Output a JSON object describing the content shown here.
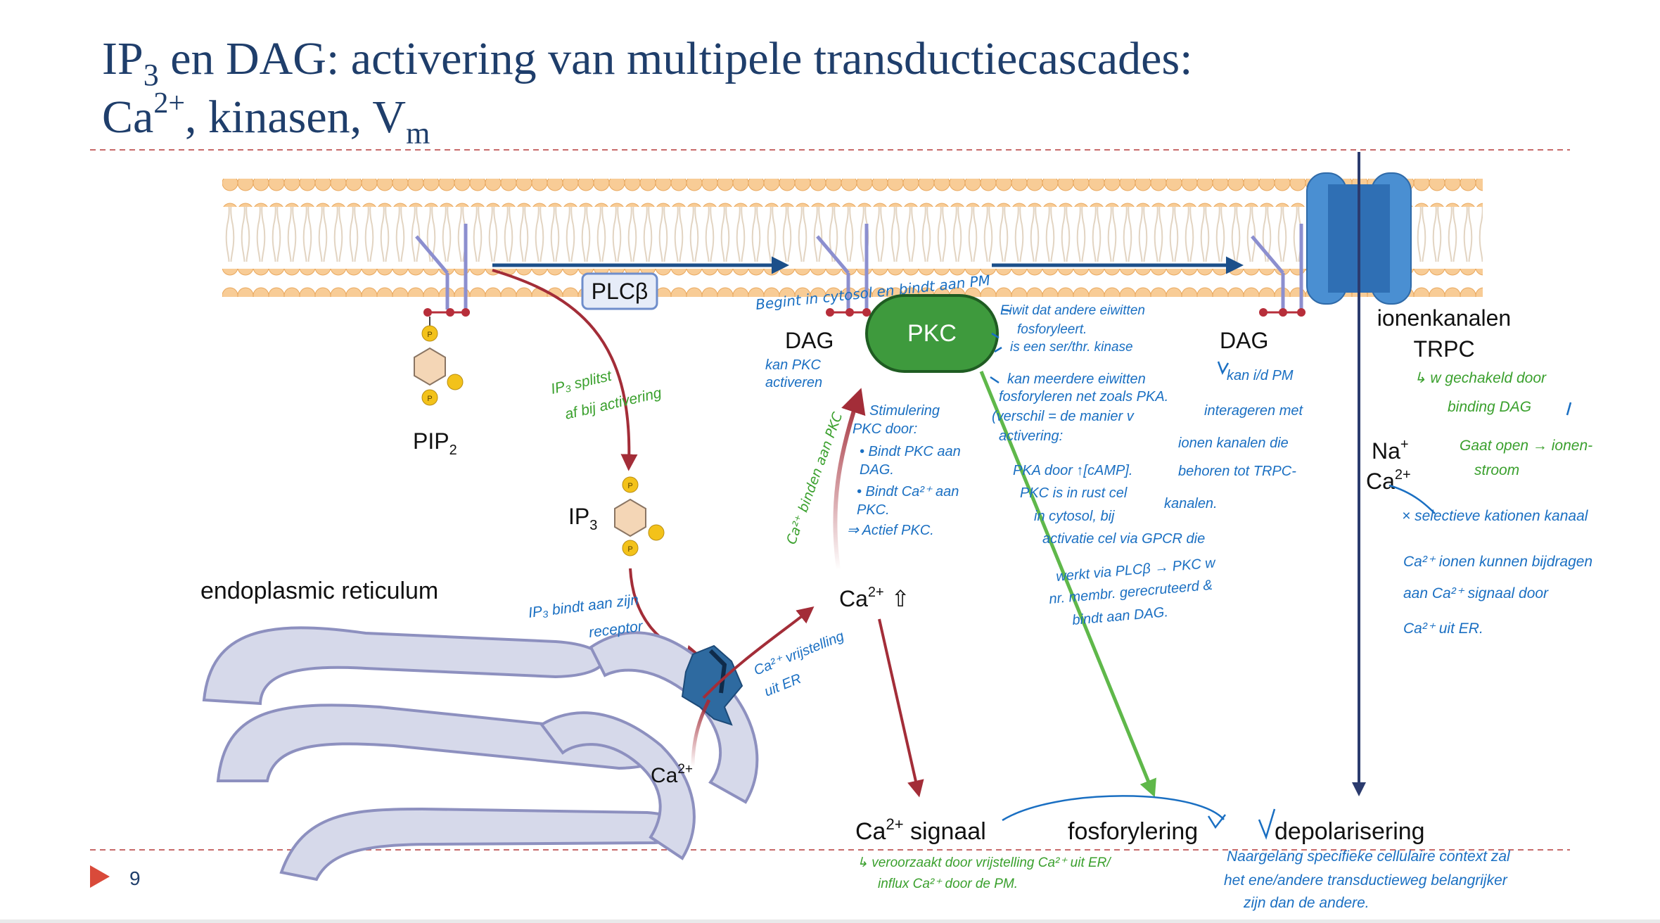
{
  "slide": {
    "title_line1_prefix": "IP",
    "title_line1_sub": "3",
    "title_line1_rest": " en DAG: activering van multipele transductiecascades:",
    "title_line2_ca": "Ca",
    "title_line2_ca_sup": "2+",
    "title_line2_mid": ", kinasen, V",
    "title_line2_sub": "m",
    "page_number": "9"
  },
  "diagram": {
    "labels": {
      "plcb": "PLCβ",
      "pip2": "PIP",
      "pip2_sub": "2",
      "ip3": "IP",
      "ip3_sub": "3",
      "dag_left": "DAG",
      "dag_right": "DAG",
      "pkc": "PKC",
      "channels_line1": "ionenkanalen",
      "channels_line2": "TRPC",
      "na_ion": "Na",
      "na_sup": "+",
      "ca_ion": "Ca",
      "ca_sup": "2+",
      "er": "endoplasmic reticulum",
      "ca_er": "Ca",
      "ca_er_sup": "2+",
      "ca_up": "Ca",
      "ca_up_sup": "2+",
      "ca_up_arrow": "⇧",
      "out_ca": "Ca",
      "out_ca_sup": "2+",
      "out_ca_rest": " signaal",
      "out_fos": "fosforylering",
      "out_depol": "depolarisering",
      "phosphate": "P"
    },
    "colors": {
      "title": "#1f3e6b",
      "membrane_head": "#f8cc96",
      "membrane_tail": "#e9dccd",
      "arrow_blue": "#1b4f8a",
      "arrow_red": "#a32d38",
      "arrow_green": "#5fb84a",
      "pkc_fill": "#3e9a3d",
      "channel_blue": "#4a8fd2",
      "er_fill": "#d6d9ea",
      "er_stroke": "#8d90bf",
      "note_green": "#3aa02d",
      "note_blue": "#1a6fc2"
    },
    "icons": [
      "phospholipid-icon",
      "phosphate-group-icon",
      "ip3-receptor-icon",
      "trpc-channel-icon"
    ]
  },
  "notes": {
    "ip3_split": [
      "IP₃ splitst",
      "af bij activering"
    ],
    "ip3_binds": [
      "IP₃ bindt aan zijn",
      "receptor"
    ],
    "ca_release": [
      "Ca²⁺ vrijstelling",
      "uit ER"
    ],
    "ca_binds_pkc": "Ca²⁺ binden aan PKC",
    "pkc_cytosol": "Begint in cytosol en bindt aan PM",
    "dag_activates": [
      "kan PKC",
      "activeren"
    ],
    "pkc_right": [
      "Eiwit dat andere eiwitten",
      "fosforyleert.",
      "is een ser/thr. kinase"
    ],
    "kan_murder": [
      "kan meerdere eiwitten",
      "fosforyleren net zoals PKA.",
      "(verschil = de manier v",
      "activering:",
      "PKA door ↑[cAMP].",
      "PKC is in rust cel",
      "in cytosol, bij",
      "activatie cel via GPCR die",
      "werkt via PLCβ → PKC w",
      "nr. membr. gerecruteerd &",
      "bindt aan DAG."
    ],
    "stimulation": [
      "Stimulering",
      "PKC door:",
      "• Bindt PKC aan",
      "  DAG.",
      "• Bindt Ca²⁺ aan",
      "  PKC.",
      "⇒ Actief PKC."
    ],
    "dag_pm": [
      "kan i/d PM",
      "interageren met",
      "ionen kanalen die",
      "behoren tot TRPC-",
      "kanalen."
    ],
    "gated": [
      "↳ w gechakeld door",
      "binding DAG",
      "Gaat open → ionen-",
      "stroom"
    ],
    "cation_notes": [
      "× selectieve kationen kanaal",
      "Ca²⁺ ionen kunnen bijdragen",
      "aan Ca²⁺ signaal door",
      "Ca²⁺ uit ER."
    ],
    "ca_signal_bottom": [
      "↳ veroorzaakt door vrijstelling Ca²⁺ uit ER/",
      "influx Ca²⁺ door de PM."
    ],
    "depol_bottom": [
      "Naargelang specifieke cellulaire context zal",
      "het ene/andere transductieweg belangrijker",
      "zijn dan de andere."
    ]
  }
}
